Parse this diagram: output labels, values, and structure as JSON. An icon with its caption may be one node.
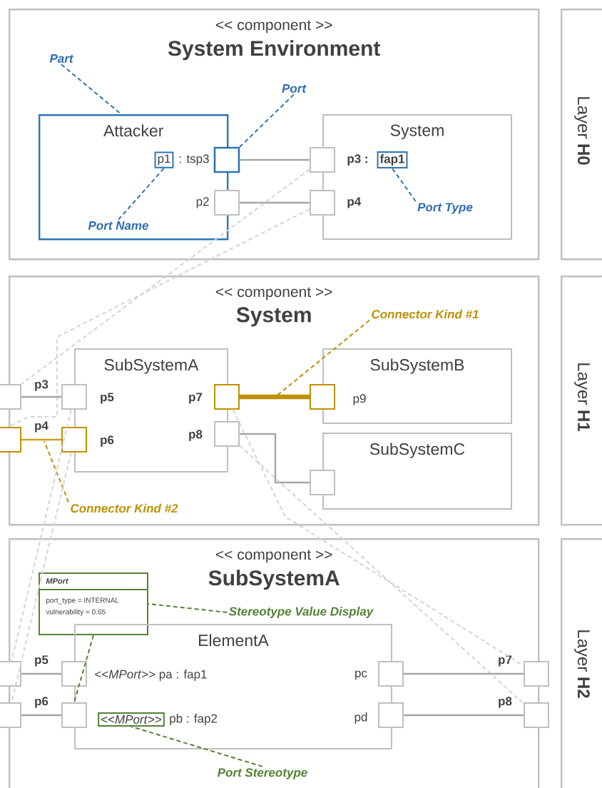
{
  "diagram": {
    "nodes": [
      {
        "text": [
          "<< component >>",
          "System Environment"
        ]
      },
      {
        "text": [
          "Layer **H0**"
        ]
      },
      {
        "text": [
          "Part"
        ],
        "in": 0
      },
      {
        "text": [
          "Port"
        ],
        "in": 0
      },
      {
        "text": [
          "Attacker"
        ],
        "in": 0
      },
      {
        "text": [
          "p1"
        ],
        "in": 4
      },
      {
        "text": [],
        "shape": "box",
        "beside": [
          ": tsp3"
        ],
        "in": 0
      },
      {
        "text": [],
        "shape": "box",
        "beside": [
          "p2"
        ],
        "in": 0
      },
      {
        "text": [
          "System"
        ],
        "in": 0
      },
      {
        "text": [],
        "shape": "box",
        "beside": [
          "p3 :"
        ],
        "in": 0
      },
      {
        "text": [
          "fap1"
        ],
        "in": 8
      },
      {
        "text": [],
        "shape": "box",
        "beside": [
          "p4"
        ],
        "in": 0
      },
      {
        "text": [
          "Port Name"
        ],
        "in": 4
      },
      {
        "text": [
          "Port Type"
        ],
        "in": 8
      },
      {
        "text": [
          "<< component >>",
          "System"
        ]
      },
      {
        "text": [
          "Layer **H1**"
        ]
      },
      {
        "text": [
          "Connector Kind #1"
        ],
        "in": 14
      },
      {
        "text": [
          "SubSystemA"
        ],
        "in": 14
      },
      {
        "text": [],
        "shape": "box",
        "beside": [
          "p3"
        ]
      },
      {
        "text": [],
        "shape": "box",
        "in": 14
      },
      {
        "text": [],
        "shape": "box",
        "beside": [
          "p4"
        ]
      },
      {
        "text": [],
        "shape": "box",
        "in": 14
      },
      {
        "text": [],
        "shape": "box",
        "in": 14
      },
      {
        "text": [],
        "shape": "box",
        "in": 14
      },
      {
        "text": [
          "SubSystemB"
        ],
        "in": 14
      },
      {
        "text": [],
        "shape": "box",
        "in": 14
      },
      {
        "text": [
          "SubSystemC"
        ],
        "in": 14
      },
      {
        "text": [],
        "shape": "box",
        "in": 14
      },
      {
        "text": [
          "Connector Kind #2"
        ],
        "in": 14
      },
      {
        "text": [
          "<< component >>",
          "SubSystemA"
        ]
      },
      {
        "text": [
          "Layer **H2**"
        ]
      },
      {
        "text": [
          "MPort",
          "port_type = INTERNAL",
          "vulnerability = 0.65"
        ],
        "in": 29
      },
      {
        "text": [
          "Stereotype Value Display"
        ],
        "in": 29
      },
      {
        "text": [
          "ElementA"
        ],
        "in": 29
      },
      {
        "text": [],
        "shape": "box",
        "beside": [
          "p5"
        ]
      },
      {
        "text": [],
        "shape": "box",
        "beside": [
          "<<*MPort*>>  pa : fap1"
        ],
        "in": 29
      },
      {
        "text": [],
        "shape": "box",
        "beside": [
          "p6"
        ]
      },
      {
        "text": [],
        "shape": "box",
        "in": 29
      },
      {
        "text": [
          "<<*MPort*>>"
        ],
        "beside": [
          "pb : fap2"
        ],
        "in": 33
      },
      {
        "text": [],
        "shape": "box",
        "beside": [
          "pc"
        ],
        "in": 29
      },
      {
        "text": [],
        "shape": "box",
        "beside": [
          "pd"
        ],
        "in": 29
      },
      {
        "text": [],
        "shape": "box",
        "beside": [
          "p7"
        ]
      },
      {
        "text": [],
        "shape": "box",
        "beside": [
          "p8"
        ]
      },
      {
        "text": [
          "Port Stereotype"
        ],
        "in": 29
      }
    ],
    "edges": [
      {
        "from": 2,
        "to": 4,
        "arrow": "none",
        "style": "dashed",
        "color": "#2e75b6"
      },
      {
        "from": 3,
        "to": 6,
        "arrow": "none",
        "style": "dashed",
        "color": "#2e75b6"
      },
      {
        "from": 12,
        "to": 5,
        "arrow": "none",
        "style": "dashed",
        "color": "#2e75b6"
      },
      {
        "from": 13,
        "to": 10,
        "arrow": "none",
        "style": "dashed",
        "color": "#2e75b6"
      },
      {
        "from": 6,
        "to": 9,
        "arrow": "none",
        "color": "#a6a6a6"
      },
      {
        "from": 7,
        "to": 11,
        "arrow": "none",
        "color": "#a6a6a6"
      },
      {
        "from": 9,
        "to": 18,
        "arrow": "none",
        "style": "dashed",
        "color": "#d4d4d4"
      },
      {
        "from": 11,
        "to": 20,
        "arrow": "none",
        "style": "dashed",
        "color": "#d4d4d4"
      },
      {
        "from": 18,
        "to": 19,
        "arrow": "none",
        "color": "#a6a6a6"
      },
      {
        "from": 20,
        "to": 21,
        "arrow": "none",
        "color": "#c9a227"
      },
      {
        "from": 22,
        "to": 25,
        "arrow": "none",
        "style": "thick",
        "color": "#bf9000"
      },
      {
        "from": 23,
        "to": 27,
        "arrow": "none",
        "color": "#a6a6a6"
      },
      {
        "from": 16,
        "to": null,
        "arrow": "none",
        "style": "dashed",
        "color": "#bf9000"
      },
      {
        "from": 28,
        "to": 20,
        "arrow": "none",
        "style": "dashed",
        "color": "#bf9000"
      },
      {
        "from": 19,
        "to": 34,
        "arrow": "none",
        "style": "dashed",
        "color": "#d4d4d4"
      },
      {
        "from": 21,
        "to": 36,
        "arrow": "none",
        "style": "dashed",
        "color": "#d4d4d4"
      },
      {
        "from": 22,
        "to": 41,
        "arrow": "none",
        "style": "dashed",
        "color": "#d4d4d4"
      },
      {
        "from": 23,
        "to": 42,
        "arrow": "none",
        "style": "dashed",
        "color": "#d4d4d4"
      },
      {
        "from": 34,
        "to": 35,
        "arrow": "none",
        "color": "#a6a6a6"
      },
      {
        "from": 36,
        "to": 37,
        "arrow": "none",
        "color": "#a6a6a6"
      },
      {
        "from": 39,
        "to": 41,
        "arrow": "none",
        "color": "#a6a6a6"
      },
      {
        "from": 40,
        "to": 42,
        "arrow": "none",
        "color": "#a6a6a6"
      },
      {
        "from": 32,
        "to": 31,
        "arrow": "none",
        "style": "dashed",
        "color": "#548235"
      },
      {
        "from": 43,
        "to": 38,
        "arrow": "none",
        "style": "dashed",
        "color": "#548235"
      },
      {
        "from": 31,
        "to": 37,
        "arrow": "none",
        "style": "dashed",
        "color": "#548235"
      }
    ],
    "labels": [
      "p5",
      "p7",
      "p9",
      "p6",
      "p8"
    ]
  }
}
